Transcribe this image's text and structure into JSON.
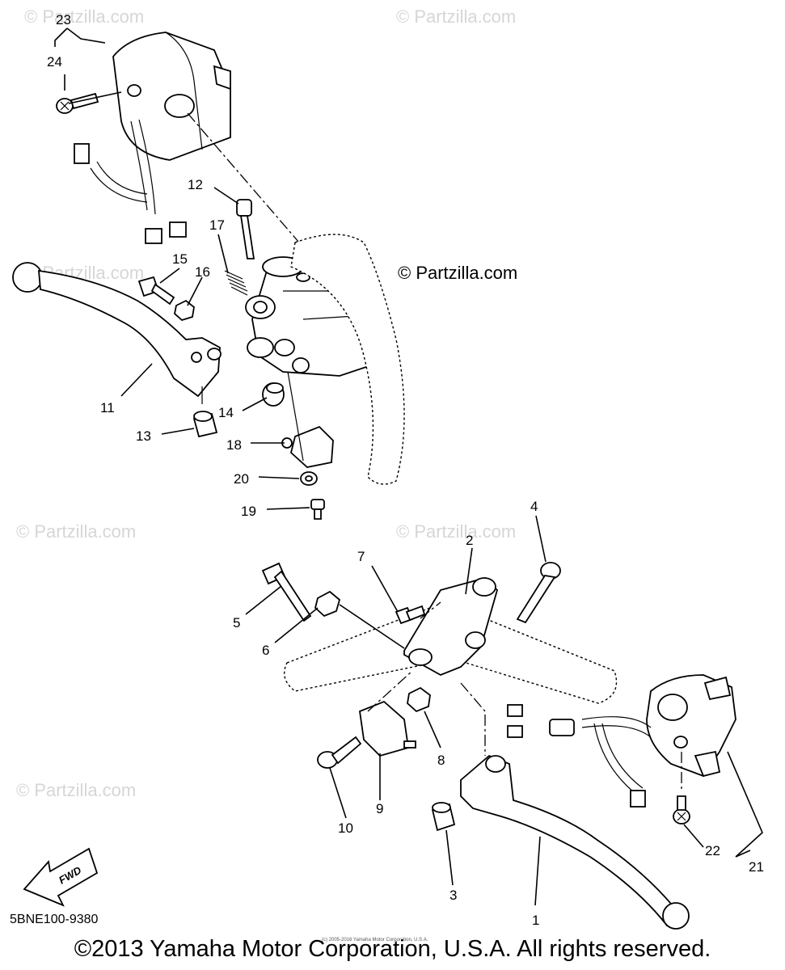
{
  "watermarks": [
    "© Partzilla.com",
    "© Partzilla.com",
    "© Partzilla.com",
    "© Partzilla.com",
    "© Partzilla.com",
    "© Partzilla.com"
  ],
  "watermark_main": "© Partzilla.com",
  "diagram_code": "5BNE100-9380",
  "fwd_label": "FWD",
  "small_notice": "(c) 2005-2016 Yamaha Motor Corporation, U.S.A.",
  "copyright": "©2013 Yamaha Motor Corporation, U.S.A. All rights reserved.",
  "callouts": [
    "1",
    "2",
    "3",
    "4",
    "5",
    "6",
    "7",
    "8",
    "9",
    "10",
    "11",
    "12",
    "13",
    "14",
    "15",
    "16",
    "17",
    "18",
    "19",
    "20",
    "21",
    "22",
    "23",
    "24"
  ]
}
